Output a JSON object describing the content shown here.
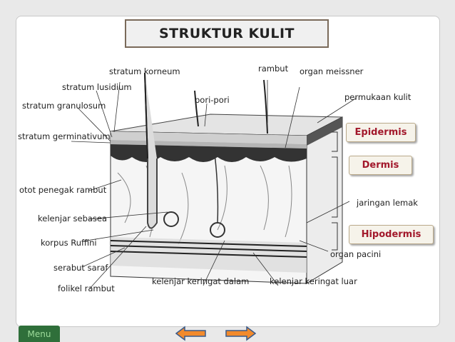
{
  "title": "STRUKTUR KULIT",
  "labels": {
    "stratum_korneum": "stratum korneum",
    "stratum_lusidium": "stratum lusidium",
    "stratum_granulosum": "stratum granulosum",
    "stratum_germinativum": "stratum germinativum",
    "otot_penegak_rambut": "otot penegak rambut",
    "kelenjar_sebasea": "kelenjar sebasea",
    "korpus_ruffini": "korpus Ruffini",
    "serabut_saraf": "serabut saraf",
    "folikel_rambut": "folikel rambut",
    "rambut": "rambut",
    "organ_meissner": "organ meissner",
    "pori_pori": "pori-pori",
    "permukaan_kulit": "permukaan kulit",
    "jaringan_lemak": "jaringan lemak",
    "organ_pacini": "organ pacini",
    "kelenjar_keringat_dalam": "kelenjar keringat dalam",
    "kelenjar_keringat_luar": "kelenjar keringat luar"
  },
  "tags": {
    "epidermis": "Epidermis",
    "dermis": "Dermis",
    "hipodermis": "Hipodermis"
  },
  "nav": {
    "menu": "Menu"
  },
  "colors": {
    "tag_text": "#a2182b",
    "menu_bg": "#2f6f3a",
    "arrow_fill": "#f28a2c"
  }
}
